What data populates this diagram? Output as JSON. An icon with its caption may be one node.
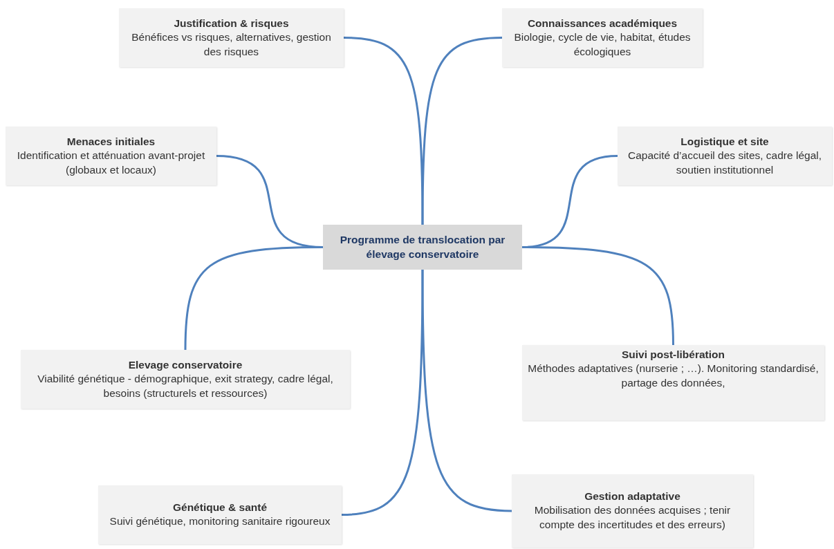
{
  "diagram": {
    "nodes": [
      {
        "text": [
          "Programme de translocation par élevage conservatoire"
        ]
      },
      {
        "text": [
          "Justification & risques",
          "Bénéfices vs risques, alternatives, gestion des risques"
        ]
      },
      {
        "text": [
          "Connaissances académiques",
          "Biologie, cycle de vie, habitat, études écologiques"
        ]
      },
      {
        "text": [
          "Menaces initiales",
          "Identification et atténuation avant-projet (globaux et locaux)"
        ]
      },
      {
        "text": [
          "Logistique et site",
          "Capacité d’accueil des sites, cadre légal, soutien institutionnel"
        ]
      },
      {
        "text": [
          "Elevage conservatoire",
          "Viabilité génétique - démographique, exit strategy, cadre légal, besoins (structurels et ressources)"
        ]
      },
      {
        "text": [
          "Suivi post-libération",
          "Méthodes adaptatives (nurserie ; …). Monitoring standardisé, partage des données,"
        ]
      },
      {
        "text": [
          "Génétique & santé",
          "Suivi génétique, monitoring sanitaire rigoureux"
        ]
      },
      {
        "text": [
          "Gestion adaptative",
          "Mobilisation des données acquises ; tenir compte des incertitudes et des erreurs)"
        ]
      }
    ],
    "edges": [
      {
        "from": 0,
        "to": 1,
        "arrow": "none"
      },
      {
        "from": 0,
        "to": 2,
        "arrow": "none"
      },
      {
        "from": 0,
        "to": 3,
        "arrow": "none"
      },
      {
        "from": 0,
        "to": 4,
        "arrow": "none"
      },
      {
        "from": 0,
        "to": 5,
        "arrow": "none"
      },
      {
        "from": 0,
        "to": 6,
        "arrow": "none"
      },
      {
        "from": 0,
        "to": 7,
        "arrow": "none"
      },
      {
        "from": 0,
        "to": 8,
        "arrow": "none"
      }
    ]
  }
}
